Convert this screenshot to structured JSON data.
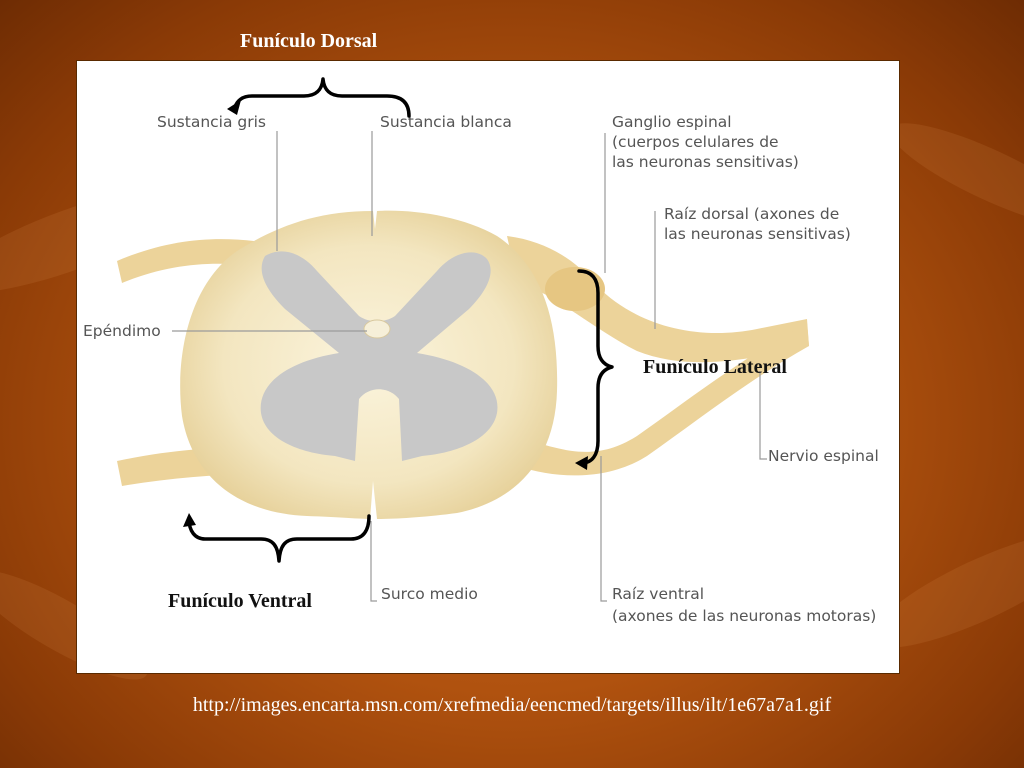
{
  "heading_top": "Funículo Dorsal",
  "labels": {
    "gray_matter": "Sustancia gris",
    "white_matter": "Sustancia blanca",
    "spinal_ganglion": [
      "Ganglio espinal",
      "(cuerpos celulares de",
      "las neuronas sensitivas)"
    ],
    "dorsal_root": [
      "Raíz dorsal (axones de",
      "las neuronas sensitivas)"
    ],
    "ependyma": "Epéndimo",
    "spinal_nerve": "Nervio espinal",
    "median_sulcus": "Surco medio",
    "ventral_root": [
      "Raíz ventral",
      "(axones de las neuronas motoras)"
    ]
  },
  "annotations": {
    "lateral": "Funículo Lateral",
    "ventral": "Funículo Ventral"
  },
  "source_url": "http://images.encarta.msn.com/xrefmedia/eencmed/targets/illus/ilt/1e67a7a1.gif",
  "colors": {
    "background": "#b0520f",
    "white_matter": "#f3e6c0",
    "gray_matter": "#c8c8c8",
    "nerve": "#ecd39a",
    "leader_line": "#9a9a9a"
  }
}
